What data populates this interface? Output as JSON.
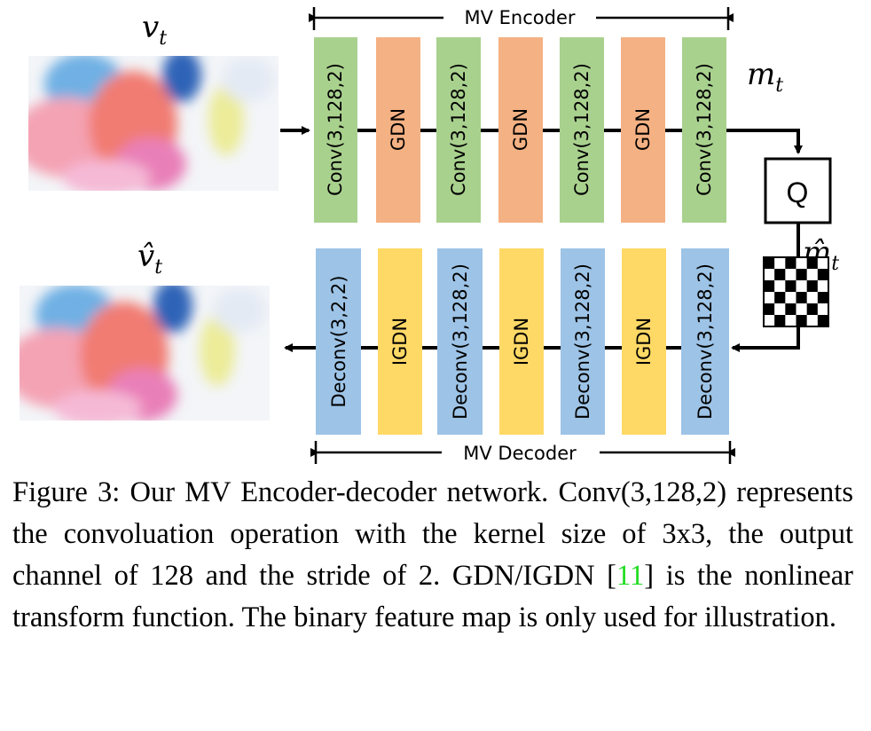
{
  "symbols": {
    "input": "v",
    "input_sub": "t",
    "output": "v̂",
    "output_sub": "t",
    "motion": "m",
    "motion_sub": "t",
    "motion_hat": "m̂",
    "motion_hat_sub": "t"
  },
  "encoder": {
    "label": "MV Encoder",
    "blocks": [
      "Conv(3,128,2)",
      "GDN",
      "Conv(3,128,2)",
      "GDN",
      "Conv(3,128,2)",
      "GDN",
      "Conv(3,128,2)"
    ]
  },
  "decoder": {
    "label": "MV Decoder",
    "blocks": [
      "Deconv(3,2,2)",
      "IGDN",
      "Deconv(3,128,2)",
      "IGDN",
      "Deconv(3,128,2)",
      "IGDN",
      "Deconv(3,128,2)"
    ]
  },
  "quantizer": {
    "label": "Q"
  },
  "caption": {
    "prefix": "Figure 3: Our MV Encoder-decoder network. Conv(3,128,2) represents the convoluation operation with the kernel size of 3x3, the output channel of 128 and the stride of 2. GDN/IGDN [",
    "citation": "11",
    "suffix": "] is the nonlinear transform function. The binary feature map is only used for illustration."
  },
  "colors": {
    "conv": "#a9d18e",
    "gdn": "#f4b183",
    "deconv": "#9dc3e6",
    "igdn": "#ffd966",
    "citation": "#22dd22"
  }
}
